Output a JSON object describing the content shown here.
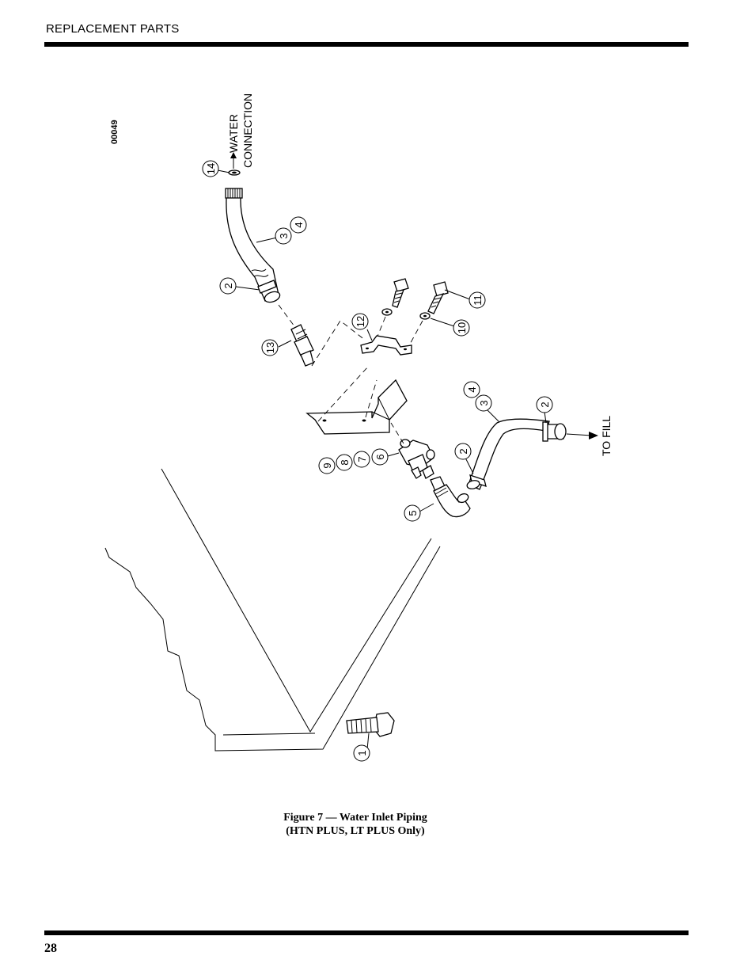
{
  "header": {
    "section_title": "REPLACEMENT PARTS"
  },
  "footer": {
    "page_number": "28"
  },
  "figure": {
    "drawing_id": "00049",
    "caption_line1": "Figure 7 — Water Inlet Piping",
    "caption_line2": "(HTN PLUS, LT PLUS Only)",
    "labels": {
      "water": "WATER",
      "connection": "CONNECTION",
      "to_fill": "TO FILL"
    },
    "callouts": {
      "c14": "14",
      "c3_top": "3",
      "c4_top": "4",
      "c2_top": "2",
      "c13": "13",
      "c12": "12",
      "c11": "11",
      "c10": "10",
      "c4_mid": "4",
      "c3_mid": "3",
      "c2_right": "2",
      "c2_mid": "2",
      "c6": "6",
      "c7": "7",
      "c8": "8",
      "c9": "9",
      "c5": "5",
      "c1": "1"
    }
  }
}
